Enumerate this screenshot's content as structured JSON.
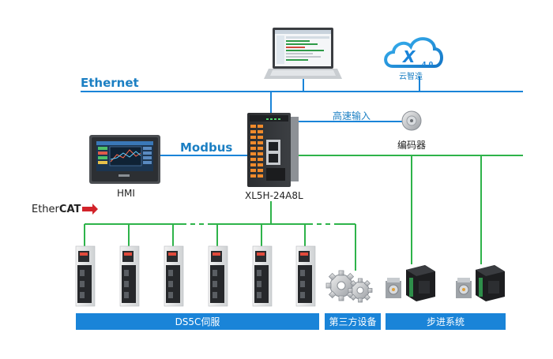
{
  "network": {
    "ethernet_label": "Ethernet",
    "modbus_label": "Modbus",
    "high_speed_input_label": "高速输入"
  },
  "devices": {
    "cloud_label": "云智造",
    "cloud_logo_text": "X",
    "cloud_version": "4.0",
    "encoder_label": "编码器",
    "hmi_label": "HMI",
    "plc_label": "XL5H-24A8L",
    "ethercat_label_a": "Ether",
    "ethercat_label_b": "CAT"
  },
  "bottom_bars": {
    "servo_label": "DS5C伺服",
    "third_party_label": "第三方设备",
    "stepper_label": "步进系统"
  },
  "colors": {
    "ethernet_line": "#1a84d8",
    "modbus_line": "#1a84d8",
    "ethercat_line": "#2eb34a",
    "bar_blue": "#1a84d8",
    "ethercat_red": "#d2232a"
  }
}
